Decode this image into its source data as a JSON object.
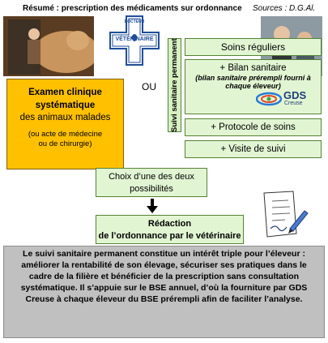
{
  "header": {
    "title": "Résumé : prescription des médicaments sur ordonnance",
    "sources": "Sources : D.G.Al."
  },
  "vet_logo": {
    "top_text": "DOCTEUR",
    "main_text": "VÉTÉRINAIRE"
  },
  "ou": "OU",
  "clinical_box": {
    "line1": "Examen clinique",
    "line2": "systématique",
    "line3": "des animaux malades",
    "line4": "(ou acte de médecine",
    "line5": "ou de chirurgie)"
  },
  "suivi": {
    "vertical_label": "Suivi sanitaire permanent",
    "items": [
      "Soins réguliers",
      "+ Bilan sanitaire",
      "(bilan sanitaire prérempli fourni à chaque éleveur)",
      "+ Protocole de soins",
      "+ Visite de suivi"
    ]
  },
  "gds": {
    "name": "GDS",
    "sub": "Creuse"
  },
  "choice": {
    "line1": "Choix d’une des deux",
    "line2": "possibilités"
  },
  "redaction": {
    "line1": "Rédaction",
    "line2": "de l’ordonnance par le vétérinaire"
  },
  "summary": "Le suivi sanitaire permanent constitue un intérêt triple pour l’éleveur : améliorer la rentabilité de son élevage, sécuriser ses pratiques dans le cadre de la filière et bénéficier de la prescription sans consultation systématique. Il s’appuie sur le BSE annuel, d’où la fourniture par GDS Creuse à chaque éleveur du BSE prérempli afin de faciliter l’analyse.",
  "colors": {
    "yellow": "#ffc000",
    "green_fill": "#e2f5d3",
    "green_border": "#548235",
    "grey_panel": "#c0c0c0",
    "vet_blue": "#1f4e9a"
  }
}
